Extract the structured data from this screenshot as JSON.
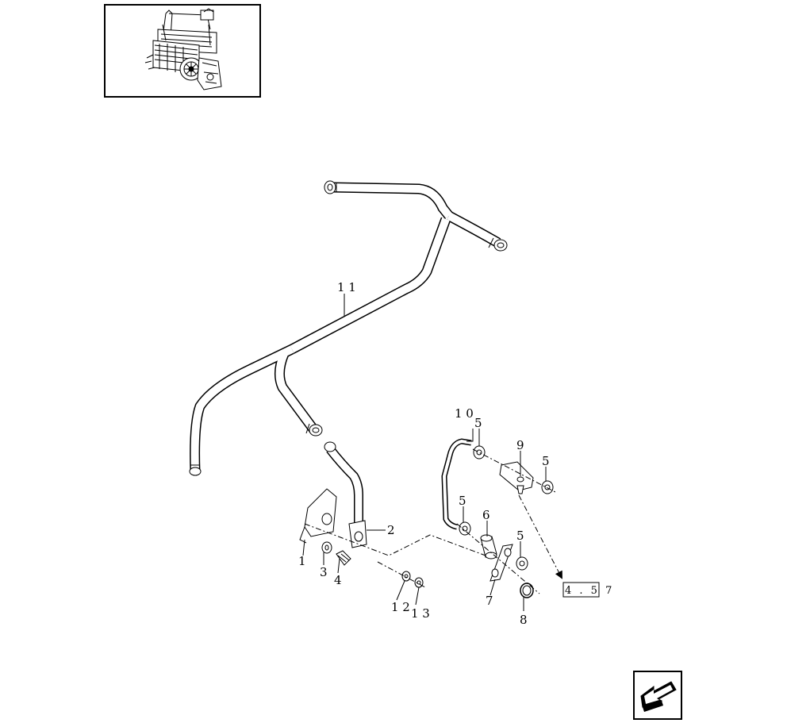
{
  "diagram": {
    "callouts": {
      "c11": "1 1",
      "c10": "1 0",
      "c9": "9",
      "c5a": "5",
      "c5b": "5",
      "c5c": "5",
      "c5d": "5",
      "c6": "6",
      "c2": "2",
      "c1": "1",
      "c3": "3",
      "c4": "4",
      "c7": "7",
      "c8": "8",
      "c12": "1 2",
      "c13": "1 3"
    },
    "reference_box": "4 . 5 7"
  },
  "icons": {
    "thumbnail": "assembly-overview-thumbnail",
    "nav": "arrow-back-icon"
  },
  "colors": {
    "ink": "#000000",
    "paper": "#ffffff"
  }
}
